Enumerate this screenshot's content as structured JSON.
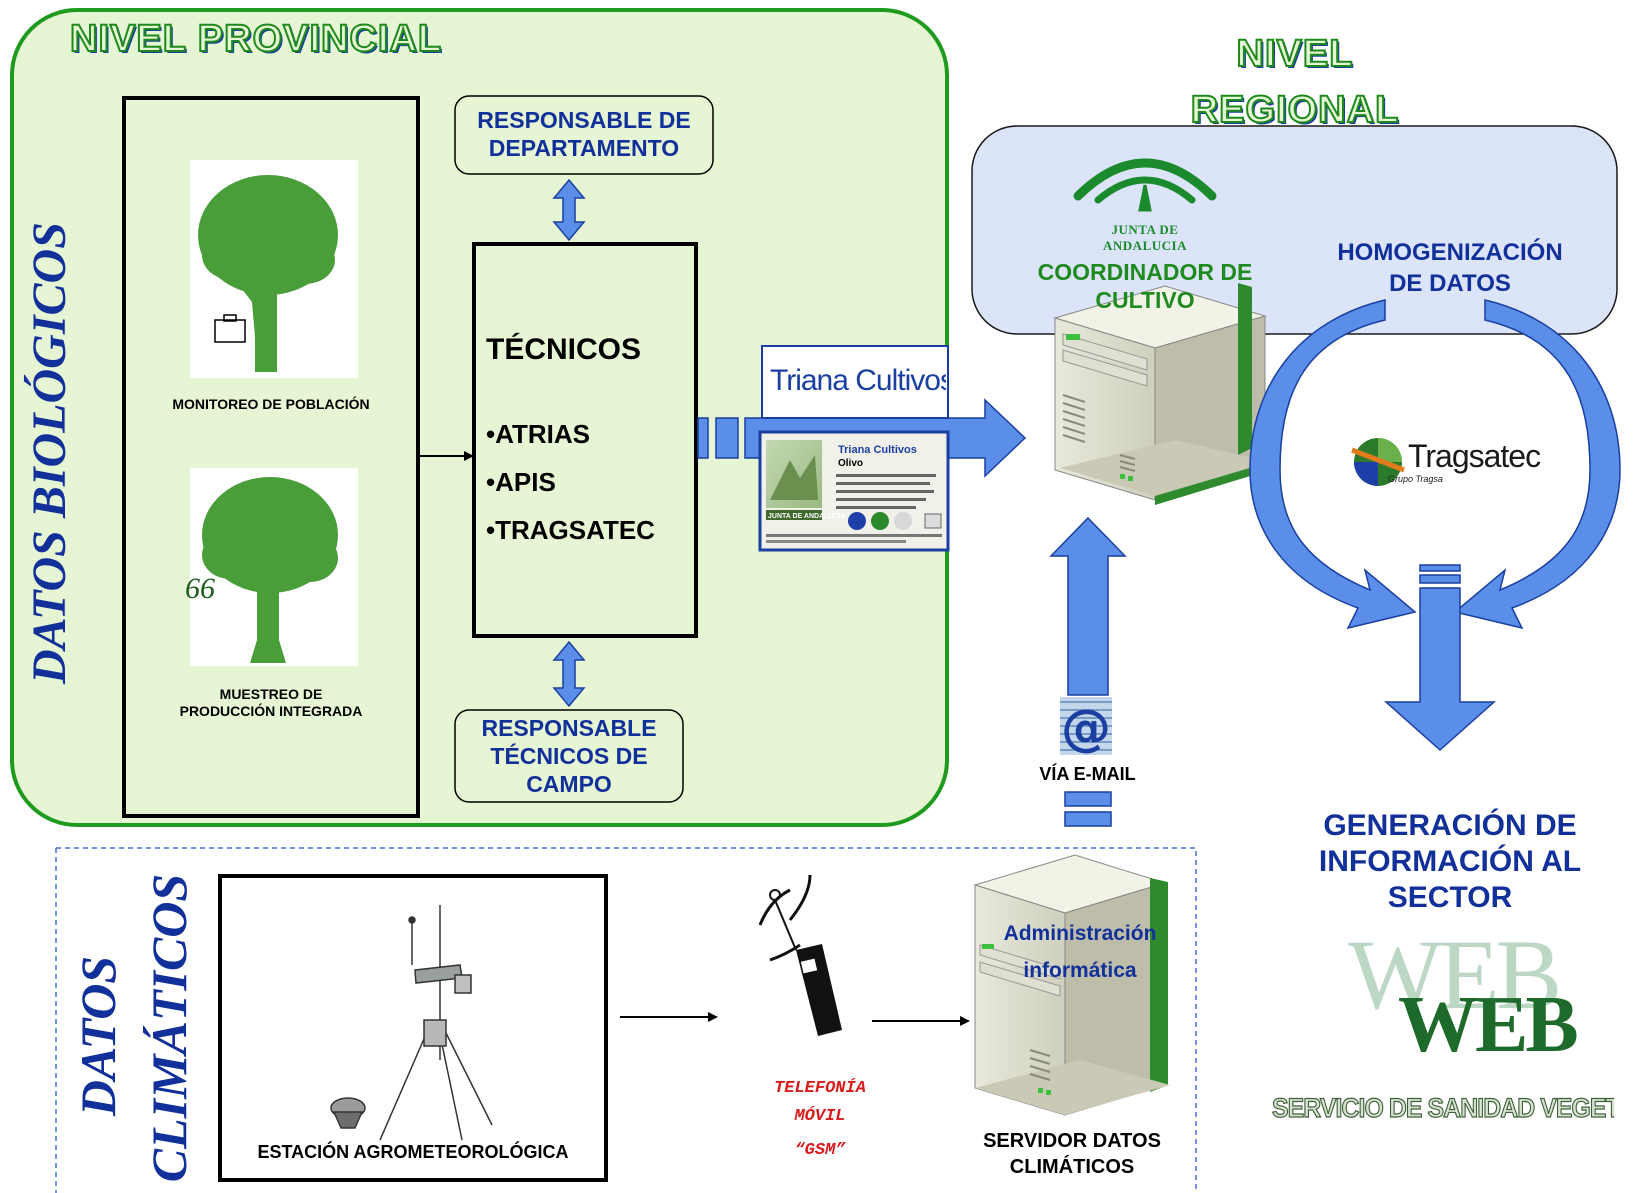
{
  "provincial": {
    "title": "NIVEL PROVINCIAL",
    "vertical_label": "DATOS BIOLÓGICOS",
    "monitoring_label": "MONITOREO DE POBLACIÓN",
    "sampling_label_1": "MUESTREO DE",
    "sampling_label_2": "PRODUCCIÓN INTEGRADA",
    "dept_head_1": "RESPONSABLE DE",
    "dept_head_2": "DEPARTAMENTO",
    "field_head_1": "RESPONSABLE",
    "field_head_2": "TÉCNICOS DE",
    "field_head_3": "CAMPO",
    "technicians_title": "TÉCNICOS",
    "technicians": [
      "•ATRIAS",
      "•APIS",
      "•TRAGSATEC"
    ]
  },
  "software": {
    "logo_text": "Triana Cultivos",
    "screen_title": "Triana Cultivos",
    "screen_subtitle": "Olivo",
    "screen_brand": "JUNTA DE ANDALUCIA"
  },
  "regional": {
    "title_1": "NIVEL",
    "title_2": "REGIONAL",
    "junta_caption": "JUNTA DE ANDALUCIA",
    "coordinator_1": "COORDINADOR DE",
    "coordinator_2": "CULTIVO",
    "homogenization_1": "HOMOGENIZACIÓN",
    "homogenization_2": "DE DATOS",
    "tragsatec_logo": "Tragsatec",
    "tragsatec_group": "Grupo Tragsa",
    "email_label": "VÍA E-MAIL"
  },
  "climatic": {
    "vertical_label_1": "DATOS",
    "vertical_label_2": "CLIMÁTICOS",
    "station_label": "ESTACIÓN AGROMETEOROLÓGICA",
    "phone_label_1": "TELEFONÍA",
    "phone_label_2": "MÓVIL",
    "phone_label_3": "“GSM”",
    "admin_1": "Administración",
    "admin_2": "informática",
    "server_1": "SERVIDOR DATOS",
    "server_2": "CLIMÁTICOS"
  },
  "output": {
    "gen_1": "GENERACIÓN DE",
    "gen_2": "INFORMACIÓN AL",
    "gen_3": "SECTOR",
    "web_shadow": "WEB",
    "web": "WEB",
    "service": "SERVICIO DE SANIDAD VEGETAL"
  },
  "colors": {
    "panel_green": "#e6f5d3",
    "panel_border": "#1e9a1e",
    "label_blue": "#12309a",
    "arrow_blue": "#5a8ee8",
    "regional_panel": "#dbe4f8",
    "label_green": "#1f8a1f",
    "phone_red": "#d81b1b"
  }
}
